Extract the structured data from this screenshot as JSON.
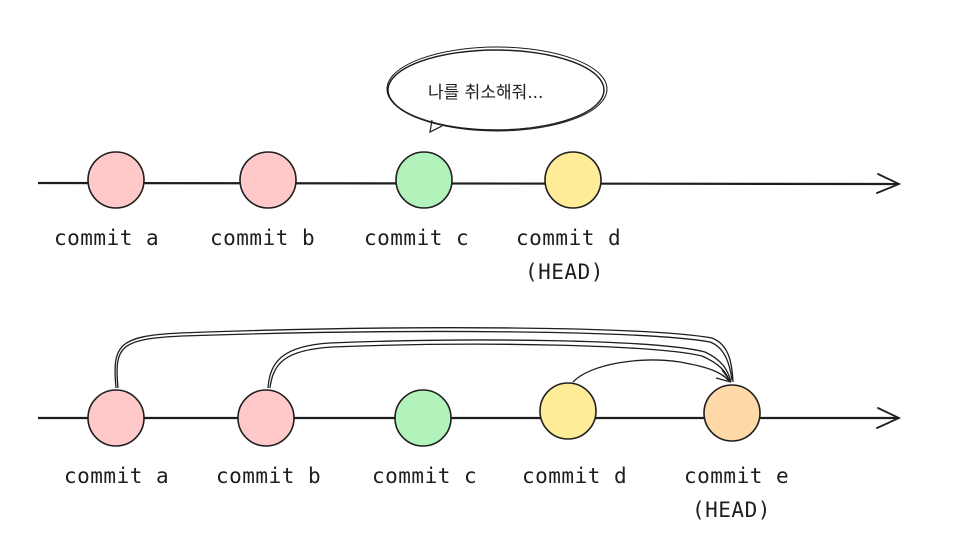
{
  "diagram": {
    "speech_bubble": {
      "text": "나를 취소해줘..."
    },
    "top_timeline": {
      "commits": [
        {
          "label": "commit a",
          "color": "#ffc9c9"
        },
        {
          "label": "commit b",
          "color": "#ffc9c9"
        },
        {
          "label": "commit c",
          "color": "#b2f2bb"
        },
        {
          "label": "commit d",
          "color": "#ffec99"
        }
      ],
      "head_label": "(HEAD)"
    },
    "bottom_timeline": {
      "commits": [
        {
          "label": "commit a",
          "color": "#ffc9c9"
        },
        {
          "label": "commit b",
          "color": "#ffc9c9"
        },
        {
          "label": "commit c",
          "color": "#b2f2bb"
        },
        {
          "label": "commit d",
          "color": "#ffec99"
        },
        {
          "label": "commit e",
          "color": "#ffd8a8"
        }
      ],
      "head_label": "(HEAD)"
    },
    "stroke_color": "#1e1e1e"
  }
}
